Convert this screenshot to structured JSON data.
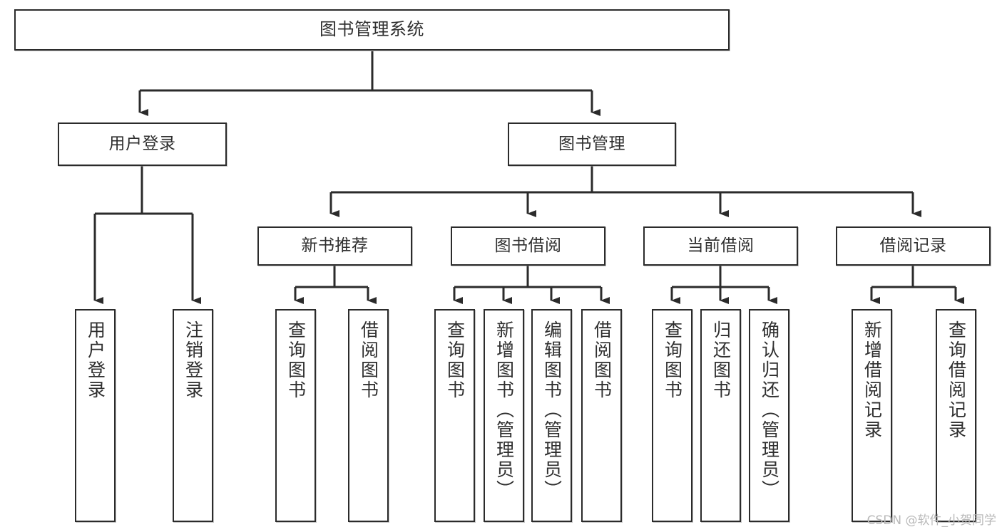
{
  "diagram": {
    "type": "tree-hierarchy",
    "title": "图书管理系统",
    "watermark": "CSDN @软件_小贺同学",
    "colors": {
      "box_border": "#2b2b2b",
      "box_fill": "#ffffff",
      "text": "#2f2f2f",
      "connector": "#2b2b2b",
      "watermark": "#b9b9b9"
    },
    "nodes": {
      "root": {
        "label": "图书管理系统"
      },
      "level2": [
        {
          "label": "用户登录"
        },
        {
          "label": "图书管理"
        }
      ],
      "level3": [
        {
          "label": "新书推荐"
        },
        {
          "label": "图书借阅"
        },
        {
          "label": "当前借阅"
        },
        {
          "label": "借阅记录"
        }
      ],
      "leaves_user_login": [
        {
          "label": "用户登录"
        },
        {
          "label": "注销登录"
        }
      ],
      "leaves_new_books": [
        {
          "label": "查询图书"
        },
        {
          "label": "借阅图书"
        }
      ],
      "leaves_borrow": [
        {
          "label": "查询图书"
        },
        {
          "label": "新增图书（管理员）"
        },
        {
          "label": "编辑图书（管理员）"
        },
        {
          "label": "借阅图书"
        }
      ],
      "leaves_current": [
        {
          "label": "查询图书"
        },
        {
          "label": "归还图书"
        },
        {
          "label": "确认归还（管理员）"
        }
      ],
      "leaves_records": [
        {
          "label": "新增借阅记录"
        },
        {
          "label": "查询借阅记录"
        }
      ]
    }
  }
}
